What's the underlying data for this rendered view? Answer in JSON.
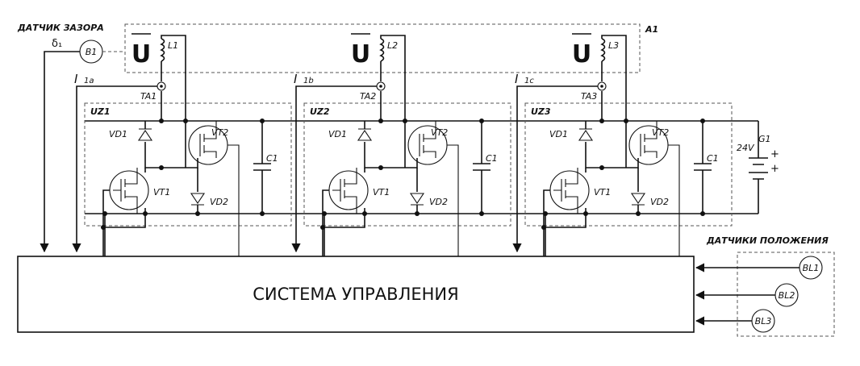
{
  "gap_sensor": {
    "title": "ДАТЧИК ЗАЗОРА",
    "symbol": "δ₁",
    "label": "B1"
  },
  "magnet_block": {
    "label": "A1",
    "magnet_symbol": "U"
  },
  "phases": [
    {
      "coil": "L1",
      "ct": "TA1",
      "current": "I",
      "current_sub": "1a",
      "module": "UZ1",
      "vd_top": "VD1",
      "vd_bottom": "VD2",
      "vt_low": "VT1",
      "vt_high": "VT2",
      "cap": "C1"
    },
    {
      "coil": "L2",
      "ct": "TA2",
      "current": "I",
      "current_sub": "1b",
      "module": "UZ2",
      "vd_top": "VD1",
      "vd_bottom": "VD2",
      "vt_low": "VT1",
      "vt_high": "VT2",
      "cap": "C1"
    },
    {
      "coil": "L3",
      "ct": "TA3",
      "current": "I",
      "current_sub": "1c",
      "module": "UZ3",
      "vd_top": "VD1",
      "vd_bottom": "VD2",
      "vt_low": "VT1",
      "vt_high": "VT2",
      "cap": "C1"
    }
  ],
  "battery": {
    "label": "G1",
    "voltage": "24V",
    "plus": "+"
  },
  "control_system": {
    "label": "СИСТЕМА УПРАВЛЕНИЯ"
  },
  "position_sensors": {
    "title": "ДАТЧИКИ ПОЛОЖЕНИЯ",
    "items": [
      "BL1",
      "BL2",
      "BL3"
    ]
  }
}
